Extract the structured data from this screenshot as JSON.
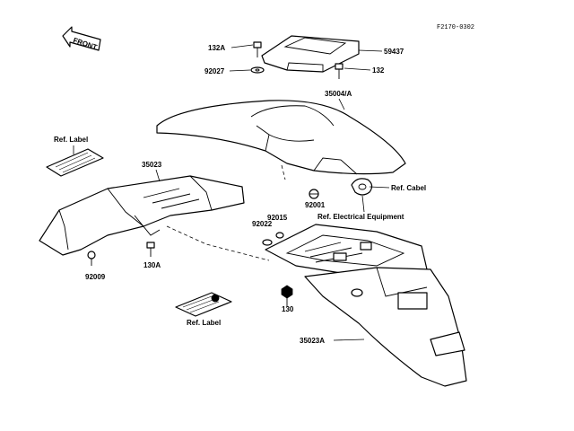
{
  "drawing_code": "F2170-0302",
  "front_label": "FRONT",
  "labels": {
    "p132a": "132A",
    "p59437": "59437",
    "p92027": "92027",
    "p132": "132",
    "p35004a": "35004/A",
    "ref_label_top": "Ref. Label",
    "p35023": "35023",
    "ref_cabel": "Ref. Cabel",
    "p92001": "92001",
    "ref_electrical": "Ref. Electrical Equipment",
    "p92015": "92015",
    "p92022": "92022",
    "p92009": "92009",
    "p130a": "130A",
    "p130": "130",
    "ref_label_bottom": "Ref. Label",
    "p35023a": "35023A"
  }
}
